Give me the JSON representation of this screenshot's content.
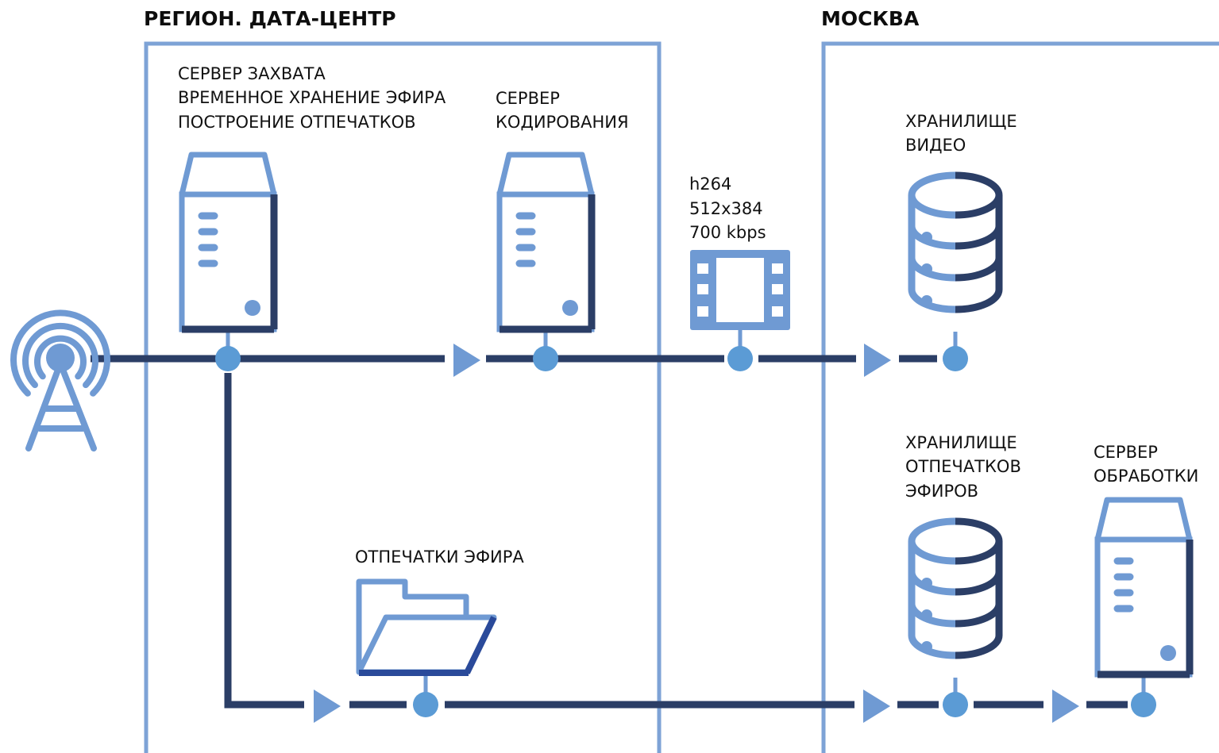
{
  "colors": {
    "light": "#6f9ad3",
    "dark": "#2b3e66",
    "dot": "#5b9bd5",
    "region_border": "#7ea3d6",
    "folder_dark": "#2a4a9a"
  },
  "regions": {
    "region_dc": {
      "title": "РЕГИОН. ДАТА-ЦЕНТР"
    },
    "moscow": {
      "title": "МОСКВА"
    }
  },
  "nodes": {
    "capture_server": {
      "icon": "server-icon",
      "lines": [
        "СЕРВЕР ЗАХВАТА",
        "ВРЕМЕННОЕ ХРАНЕНИЕ ЭФИРА",
        "ПОСТРОЕНИЕ ОТПЕЧАТКОВ"
      ]
    },
    "encoding_server": {
      "icon": "server-icon",
      "lines": [
        "СЕРВЕР",
        "КОДИРОВАНИЯ"
      ]
    },
    "video_stream": {
      "icon": "film-icon",
      "lines": [
        "h264",
        "512x384",
        "700 kbps"
      ]
    },
    "video_storage": {
      "icon": "database-icon",
      "lines": [
        "ХРАНИЛИЩЕ",
        "ВИДЕО"
      ]
    },
    "fingerprint_folder": {
      "icon": "folder-icon",
      "lines": [
        "ОТПЕЧАТКИ ЭФИРА"
      ]
    },
    "fingerprint_storage": {
      "icon": "database-icon",
      "lines": [
        "ХРАНИЛИЩЕ",
        "ОТПЕЧАТКОВ",
        "ЭФИРОВ"
      ]
    },
    "processing_server": {
      "icon": "server-icon",
      "lines": [
        "СЕРВЕР",
        "ОБРАБОТКИ"
      ]
    },
    "antenna": {
      "icon": "antenna-icon",
      "lines": []
    }
  }
}
